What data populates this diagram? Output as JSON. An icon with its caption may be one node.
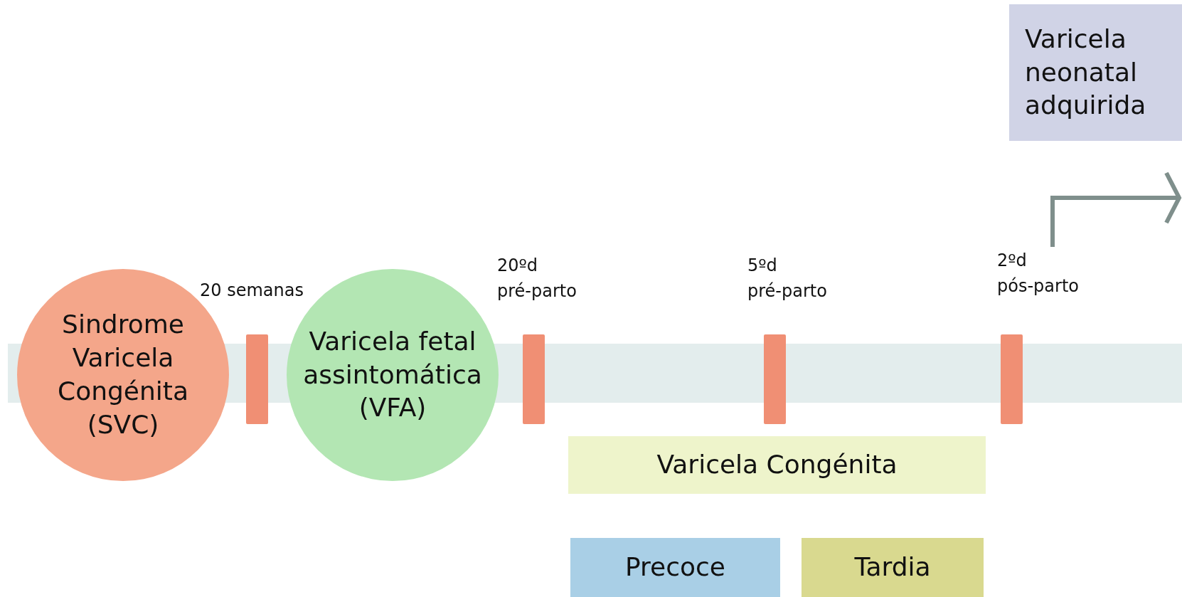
{
  "diagram": {
    "nodes": [
      {
        "text": [],
        "shape": "band"
      },
      {
        "text": [
          "Sindrome Varicela Congénita (SVC)"
        ]
      },
      {
        "text": [],
        "shape": "bar"
      },
      {
        "text": [
          "Varicela fetal assintomática (VFA)"
        ]
      },
      {
        "text": [],
        "shape": "bar"
      },
      {
        "text": [],
        "shape": "bar"
      },
      {
        "text": [],
        "shape": "bar"
      },
      {
        "text": [
          "Varicela neonatal adquirida"
        ]
      },
      {
        "text": [
          "Varicela Congénita"
        ]
      },
      {
        "text": [
          "Precoce"
        ]
      },
      {
        "text": [
          "Tardia"
        ]
      }
    ],
    "edges": [],
    "labels": [
      "20 semanas",
      "20ºd pré-parto",
      "5ºd pré-parto",
      "2ºd pós-parto"
    ]
  }
}
